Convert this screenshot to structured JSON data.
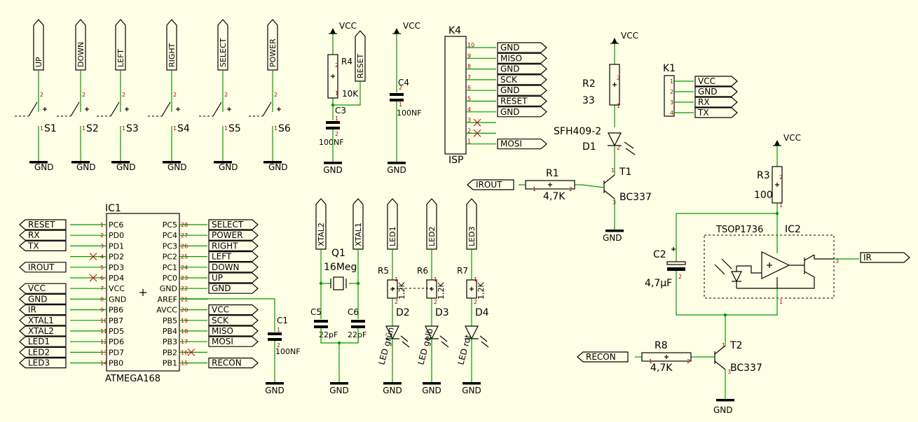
{
  "switches": [
    {
      "sig": "UP",
      "ref": "S1"
    },
    {
      "sig": "DOWN",
      "ref": "S2"
    },
    {
      "sig": "LEFT",
      "ref": "S3"
    },
    {
      "sig": "RIGHT",
      "ref": "S4"
    },
    {
      "sig": "SELECT",
      "ref": "S5"
    },
    {
      "sig": "POWER",
      "ref": "S6"
    }
  ],
  "nets": {
    "gnd": "GND",
    "vcc": "VCC"
  },
  "reset": {
    "ref": "R4",
    "value": "10K",
    "sig": "RESET",
    "cap": "C3",
    "cap_value": "100NF"
  },
  "c4": {
    "ref": "C4",
    "value": "100NF"
  },
  "isp": {
    "ref": "K4",
    "name": "ISP",
    "pins": [
      {
        "n": "10",
        "sig": "GND"
      },
      {
        "n": "9",
        "sig": "MISO"
      },
      {
        "n": "8",
        "sig": "GND"
      },
      {
        "n": "7",
        "sig": "SCK"
      },
      {
        "n": "6",
        "sig": "GND"
      },
      {
        "n": "5",
        "sig": "RESET"
      },
      {
        "n": "4",
        "sig": "GND"
      },
      {
        "n": "3",
        "sig": ""
      },
      {
        "n": "2",
        "sig": ""
      },
      {
        "n": "1",
        "sig": "MOSI"
      }
    ]
  },
  "ir_tx": {
    "r2": "R2",
    "r2v": "33",
    "diode": "SFH409-2",
    "dref": "D1",
    "r1": "R1",
    "r1v": "4,7K",
    "irout": "IROUT",
    "t1": "T1",
    "t1v": "BC337"
  },
  "k1": {
    "ref": "K1",
    "pins": [
      {
        "n": "1",
        "sig": "VCC"
      },
      {
        "n": "2",
        "sig": "GND"
      },
      {
        "n": "3",
        "sig": "RX"
      },
      {
        "n": "4",
        "sig": "TX"
      }
    ]
  },
  "mcu": {
    "ref": "IC1",
    "name": "ATMEGA168",
    "left": [
      {
        "n": "1",
        "name": "PC6",
        "net": "RESET"
      },
      {
        "n": "2",
        "name": "PD0",
        "net": "RX"
      },
      {
        "n": "3",
        "name": "PD1",
        "net": "TX"
      },
      {
        "n": "4",
        "name": "PD2",
        "net": ""
      },
      {
        "n": "5",
        "name": "PD3",
        "net": "IROUT"
      },
      {
        "n": "6",
        "name": "PD4",
        "net": ""
      },
      {
        "n": "7",
        "name": "VCC",
        "net": "VCC"
      },
      {
        "n": "8",
        "name": "GND",
        "net": "GND"
      },
      {
        "n": "9",
        "name": "PB6",
        "net": "IR"
      },
      {
        "n": "10",
        "name": "PB7",
        "net": "XTAL1"
      },
      {
        "n": "11",
        "name": "PD5",
        "net": "XTAL2"
      },
      {
        "n": "12",
        "name": "PD6",
        "net": "LED1"
      },
      {
        "n": "13",
        "name": "PD7",
        "net": "LED2"
      },
      {
        "n": "14",
        "name": "PB0",
        "net": "LED3"
      }
    ],
    "right": [
      {
        "n": "28",
        "name": "PC5",
        "net": "SELECT"
      },
      {
        "n": "27",
        "name": "PC4",
        "net": "POWER"
      },
      {
        "n": "26",
        "name": "PC3",
        "net": "RIGHT"
      },
      {
        "n": "25",
        "name": "PC2",
        "net": "LEFT"
      },
      {
        "n": "24",
        "name": "PC1",
        "net": "DOWN"
      },
      {
        "n": "23",
        "name": "PC0",
        "net": "UP"
      },
      {
        "n": "22",
        "name": "GND",
        "net": "GND"
      },
      {
        "n": "21",
        "name": "AREF",
        "net": ""
      },
      {
        "n": "20",
        "name": "AVCC",
        "net": "VCC"
      },
      {
        "n": "19",
        "name": "PB5",
        "net": "SCK"
      },
      {
        "n": "18",
        "name": "PB4",
        "net": "MISO"
      },
      {
        "n": "17",
        "name": "PB3",
        "net": "MOSI"
      },
      {
        "n": "16",
        "name": "PB2",
        "net": ""
      },
      {
        "n": "15",
        "name": "PB1",
        "net": "RECON"
      }
    ]
  },
  "c1": {
    "ref": "C1",
    "value": "100NF"
  },
  "crystal": {
    "xtal2": "XTAL2",
    "xtal1": "XTAL1",
    "ref": "Q1",
    "value": "16Meg",
    "c5": "C5",
    "c5v": "22pF",
    "c6": "C6",
    "c6v": "22pF"
  },
  "leds": [
    {
      "sig": "LED1",
      "r": "R5",
      "rv": "1,2K",
      "d": "D2",
      "name": "LED grün"
    },
    {
      "sig": "LED2",
      "r": "R6",
      "rv": "1,2K",
      "d": "D3",
      "name": "LED gelb"
    },
    {
      "sig": "LED3",
      "r": "R7",
      "rv": "1,2K",
      "d": "D4",
      "name": "LED rot"
    }
  ],
  "ir_rx": {
    "r3": "R3",
    "r3v": "100",
    "ic": "IC2",
    "icv": "TSOP1736",
    "c2": "C2",
    "c2v": "4,7µF",
    "ir": "IR",
    "pin3": "3",
    "pin2": "2",
    "pin1": "1"
  },
  "recon": {
    "sig": "RECON",
    "r8": "R8",
    "r8v": "4,7K",
    "t2": "T2",
    "t2v": "BC337"
  }
}
